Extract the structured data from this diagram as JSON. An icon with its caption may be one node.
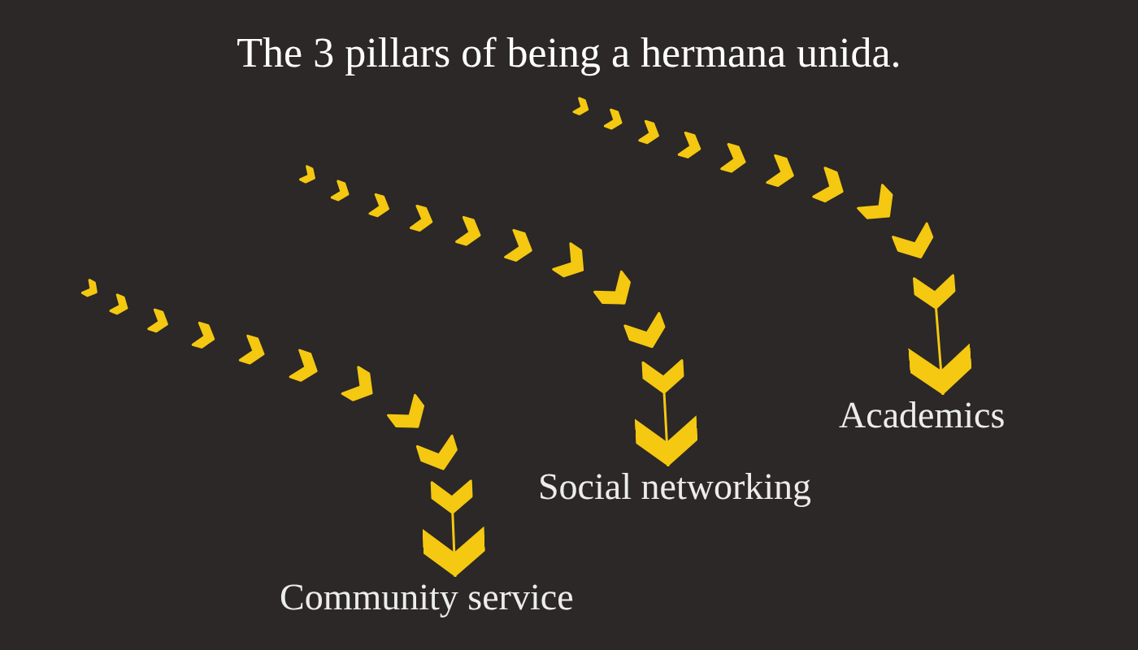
{
  "diagram": {
    "title": "The 3 pillars of being a hermana unida.",
    "nodes": [
      {
        "text": [
          "Academics"
        ]
      },
      {
        "text": [
          "Social networking"
        ]
      },
      {
        "text": [
          "Community service"
        ]
      }
    ],
    "edges": [
      {
        "from": null,
        "to": 0,
        "arrow": "to"
      },
      {
        "from": null,
        "to": 1,
        "arrow": "to"
      },
      {
        "from": null,
        "to": 2,
        "arrow": "to"
      }
    ]
  }
}
